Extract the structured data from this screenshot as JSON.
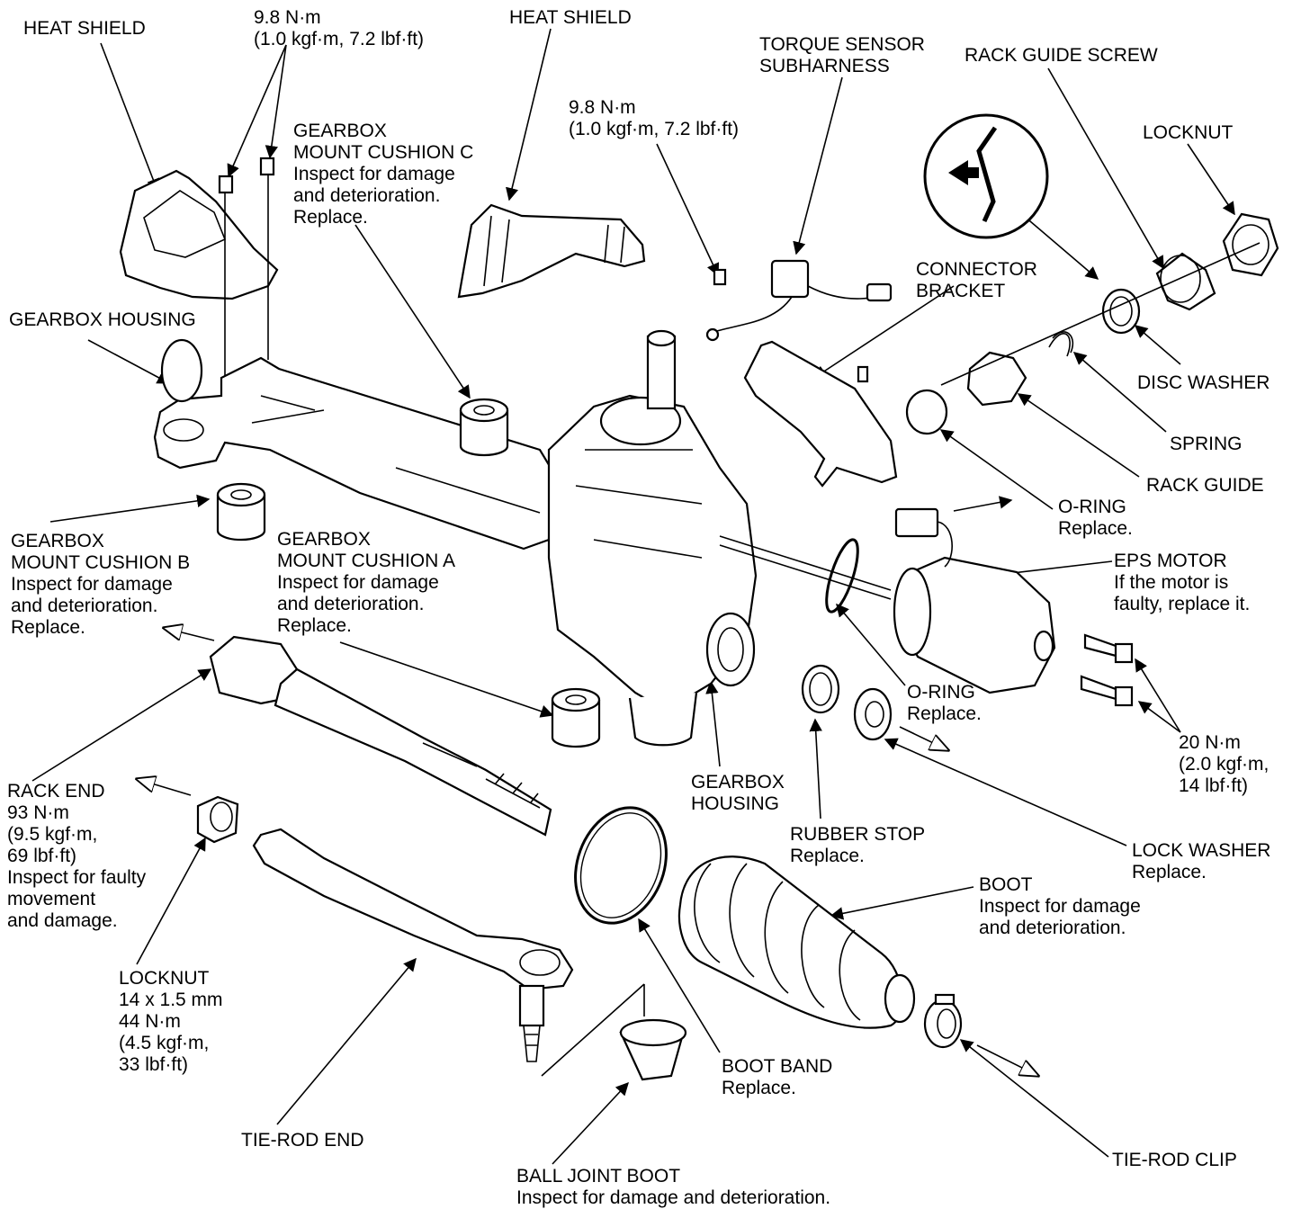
{
  "labels": {
    "heat_shield_left": [
      "HEAT SHIELD"
    ],
    "torque_bolts_left": [
      "9.8 N·m",
      "(1.0 kgf·m, 7.2 lbf·ft)"
    ],
    "heat_shield_center": [
      "HEAT SHIELD"
    ],
    "torque_sensor_subharness": [
      "TORQUE SENSOR",
      "SUBHARNESS"
    ],
    "rack_guide_screw": [
      "RACK GUIDE SCREW"
    ],
    "locknut_top": [
      "LOCKNUT"
    ],
    "cushion_c": [
      "GEARBOX",
      "MOUNT CUSHION C",
      "Inspect for damage",
      "and deterioration.",
      "Replace."
    ],
    "torque_bolt_center": [
      "9.8 N·m",
      "(1.0 kgf·m, 7.2 lbf·ft)"
    ],
    "connector_bracket": [
      "CONNECTOR",
      "BRACKET"
    ],
    "gearbox_housing_left": [
      "GEARBOX HOUSING"
    ],
    "disc_washer": [
      "DISC WASHER"
    ],
    "spring": [
      "SPRING"
    ],
    "rack_guide": [
      "RACK GUIDE"
    ],
    "o_ring_top": [
      "O-RING",
      "Replace."
    ],
    "cushion_b": [
      "GEARBOX",
      "MOUNT CUSHION B",
      "Inspect for damage",
      "and deterioration.",
      "Replace."
    ],
    "cushion_a": [
      "GEARBOX",
      "MOUNT CUSHION A",
      "Inspect for damage",
      "and deterioration.",
      "Replace."
    ],
    "eps_motor": [
      "EPS MOTOR",
      "If the motor is",
      "faulty, replace it."
    ],
    "o_ring_bottom": [
      "O-RING",
      "Replace."
    ],
    "torque_motor_bolts": [
      "20 N·m",
      "(2.0 kgf·m,",
      "14 lbf·ft)"
    ],
    "rack_end": [
      "RACK END",
      "93 N·m",
      "(9.5 kgf·m,",
      "69 lbf·ft)",
      "Inspect for faulty",
      "movement",
      "and damage."
    ],
    "gearbox_housing_bottom": [
      "GEARBOX",
      "HOUSING"
    ],
    "rubber_stop": [
      "RUBBER STOP",
      "Replace."
    ],
    "lock_washer": [
      "LOCK WASHER",
      "Replace."
    ],
    "boot": [
      "BOOT",
      "Inspect for damage",
      "and deterioration."
    ],
    "locknut_bottom": [
      "LOCKNUT",
      "14 x 1.5 mm",
      "44 N·m",
      "(4.5 kgf·m,",
      "33 lbf·ft)"
    ],
    "boot_band": [
      "BOOT BAND",
      "Replace."
    ],
    "tie_rod_end": [
      "TIE-ROD END"
    ],
    "tie_rod_clip": [
      "TIE-ROD CLIP"
    ],
    "ball_joint_boot": [
      "BALL JOINT BOOT",
      "Inspect for damage and deterioration."
    ]
  }
}
